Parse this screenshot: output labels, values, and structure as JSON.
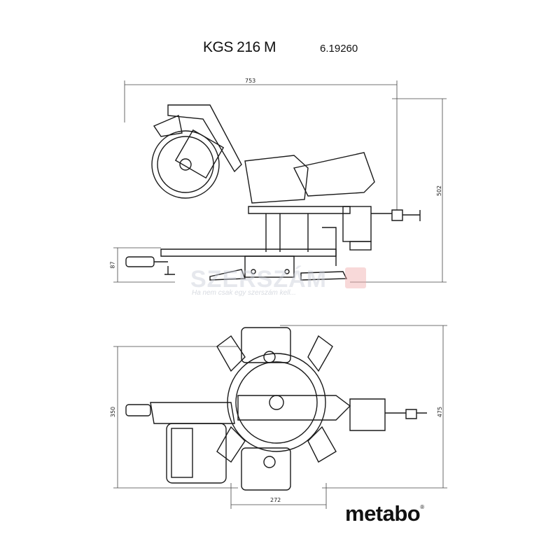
{
  "header": {
    "model": "KGS 216 M",
    "article_number": "6.19260"
  },
  "side_view": {
    "dimensions": {
      "overall_length": "753",
      "overall_height": "502",
      "base_height": "87"
    }
  },
  "top_view": {
    "dimensions": {
      "depth": "350",
      "overall_depth": "475",
      "width": "272"
    }
  },
  "brand": {
    "logo": "metabo",
    "registered_mark": "®"
  },
  "watermark": {
    "name": "SZERSZÁM",
    "tagline": "Ha nem csak egy szerszám kell..."
  },
  "colors": {
    "line": "#1a1a1a",
    "dimension": "#444444"
  }
}
